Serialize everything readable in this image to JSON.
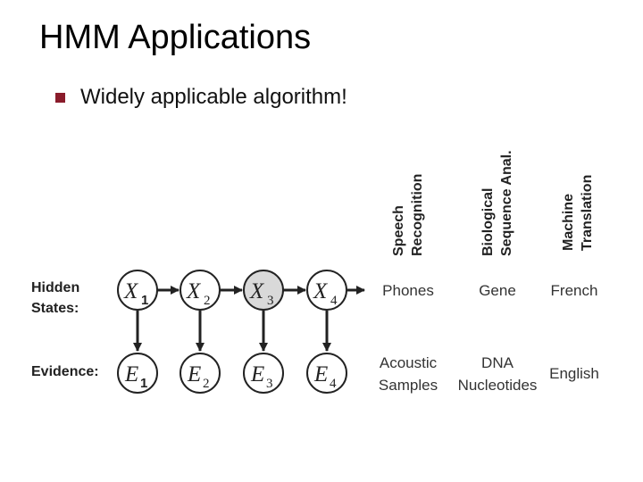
{
  "slide": {
    "title": "HMM Applications",
    "bullet": "Widely applicable algorithm!"
  },
  "diagram": {
    "row_labels": {
      "hidden_line1": "Hidden",
      "hidden_line2": "States:",
      "evidence": "Evidence:"
    },
    "hidden_nodes": [
      {
        "letter": "X",
        "sub": "1",
        "shaded": false
      },
      {
        "letter": "X",
        "sub": "2",
        "shaded": false
      },
      {
        "letter": "X",
        "sub": "3",
        "shaded": true
      },
      {
        "letter": "X",
        "sub": "4",
        "shaded": false
      }
    ],
    "evidence_nodes": [
      {
        "letter": "E",
        "sub": "1"
      },
      {
        "letter": "E",
        "sub": "2"
      },
      {
        "letter": "E",
        "sub": "3"
      },
      {
        "letter": "E",
        "sub": "4"
      }
    ],
    "columns": [
      {
        "header_line1": "Speech",
        "header_line2": "Recognition",
        "hidden": "Phones",
        "evidence_line1": "Acoustic",
        "evidence_line2": "Samples"
      },
      {
        "header_line1": "Biological",
        "header_line2": "Sequence Anal.",
        "hidden": "Gene",
        "evidence_line1": "DNA",
        "evidence_line2": "Nucleotides"
      },
      {
        "header_line1": "Machine",
        "header_line2": "Translation",
        "hidden": "French",
        "evidence_line1": "English",
        "evidence_line2": ""
      }
    ],
    "colors": {
      "node_fill": "#ffffff",
      "shaded_fill": "#d9d9d9",
      "stroke": "#222222",
      "bullet": "#8a1c2b"
    }
  }
}
